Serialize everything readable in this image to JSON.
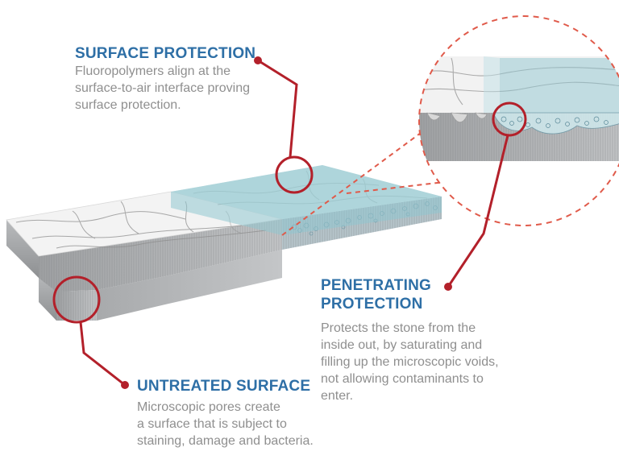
{
  "labels": {
    "surface_protection": {
      "title": "SURFACE PROTECTION",
      "lines": [
        "Fluoropolymers align at the",
        "surface-to-air interface proving",
        "surface protection."
      ]
    },
    "penetrating_protection": {
      "title_lines": [
        "PENETRATING",
        "PROTECTION"
      ],
      "lines": [
        "Protects the stone from the",
        "inside out, by saturating and",
        "filling up the microscopic voids,",
        "not allowing contaminants to",
        "enter."
      ]
    },
    "untreated_surface": {
      "title": "UNTREATED SURFACE",
      "lines": [
        "Microscopic pores create",
        "a surface that is subject to",
        "staining, damage and bacteria."
      ]
    }
  },
  "colors": {
    "title_blue": "#2e6fa6",
    "body_gray": "#8f8f8f",
    "callout_red": "#b3202a",
    "zoom_dash_red": "#e05a4a",
    "coating_teal": "#8fc6cf",
    "marble_white": "#f2f2f2",
    "stone_side_gray": "#a7a9ab"
  }
}
